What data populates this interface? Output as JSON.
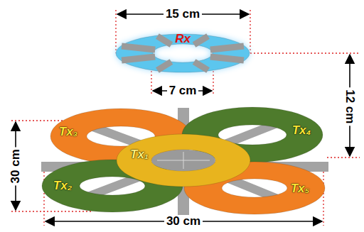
{
  "diagram": {
    "nodes": [
      {
        "text": [
          "Rx"
        ]
      },
      {
        "text": [
          "Tx₃"
        ]
      },
      {
        "text": [
          "Tx₄"
        ]
      },
      {
        "text": [
          "Tx₁"
        ]
      },
      {
        "text": [
          "Tx₂"
        ]
      },
      {
        "text": [
          "Tx₅"
        ]
      }
    ],
    "labels": [
      "15 cm",
      "7 cm",
      "12 cm",
      "30 cm",
      "30 cm"
    ]
  }
}
